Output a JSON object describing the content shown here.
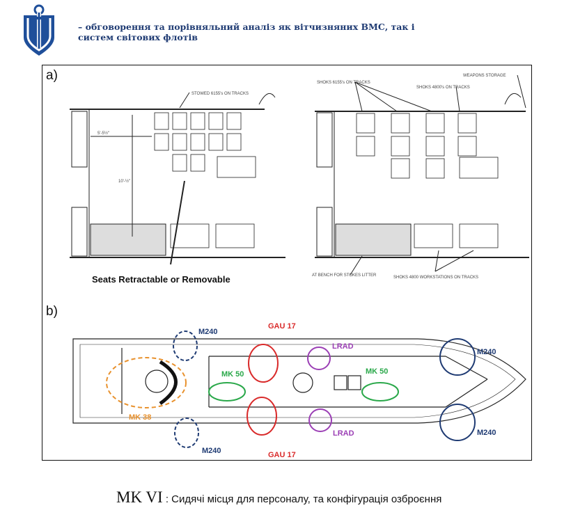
{
  "header": {
    "line1": "– обговорення та порівняльний аналіз як вітчизняних ВМС, так і",
    "line2": "систем світових флотів"
  },
  "section_a": {
    "label": "a)",
    "left_callout": "STOWED 6155's ON TRACKS",
    "dim_horizontal": "5'-5½\"",
    "dim_vertical": "10'-½\"",
    "seats_note": "Seats Retractable or Removable",
    "right_callouts": {
      "shoks_6155": "SHOKS 6155's ON TRACKS",
      "shoks_4800": "SHOKS 4800's ON TRACKS",
      "weapons_storage": "WEAPONS STORAGE",
      "bench": "AT BENCH FOR STOKES LITTER",
      "workstations": "SHOKS 4800 WORKSTATIONS ON TRACKS"
    }
  },
  "section_b": {
    "label": "b)",
    "weapons": {
      "m240_top_left": "M240",
      "gau17_top": "GAU 17",
      "lrad_top": "LRAD",
      "mk50_left": "MK 50",
      "mk50_right": "MK 50",
      "mk38": "MK 38",
      "m240_bottom_left": "M240",
      "gau17_bottom": "GAU 17",
      "lrad_bottom": "LRAD",
      "m240_right_top": "M240",
      "m240_right_bottom": "M240"
    },
    "colors": {
      "m240": "#1f3b73",
      "gau17": "#d92b2b",
      "lrad": "#9b3fb5",
      "mk50": "#2aa84a",
      "mk38": "#e8912d"
    }
  },
  "caption": {
    "model": "MK VI",
    "text": " : Сидячі місця для персоналу, та конфігурація озброєння"
  }
}
